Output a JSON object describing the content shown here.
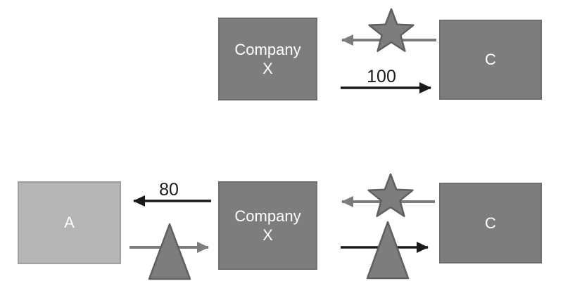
{
  "diagram": {
    "top_row": {
      "company_x": {
        "label": "Company X"
      },
      "c": {
        "label": "C"
      },
      "edge_x_to_c": {
        "label": "100",
        "direction": "right",
        "style": "black-arrow"
      },
      "edge_c_to_x": {
        "direction": "left",
        "style": "gray-arrow",
        "shape": "star"
      }
    },
    "bottom_row": {
      "a": {
        "label": "A"
      },
      "company_x": {
        "label": "Company X"
      },
      "c": {
        "label": "C"
      },
      "edge_x_to_a": {
        "label": "80",
        "direction": "left",
        "style": "black-arrow"
      },
      "edge_a_to_x": {
        "direction": "right",
        "style": "gray-arrow",
        "shape": "triangle"
      },
      "edge_c_to_x": {
        "direction": "left",
        "style": "gray-arrow",
        "shape": "star"
      },
      "edge_x_to_c": {
        "direction": "right",
        "style": "black-arrow",
        "shape": "triangle"
      }
    },
    "colors": {
      "node_fill_dark": "#7d7d7d",
      "node_fill_light": "#b5b5b5",
      "node_text": "#ffffff",
      "arrow_gray": "#7d7d7d",
      "arrow_black": "#1a1a1a",
      "shape_fill": "#7d7d7d",
      "shape_stroke": "#5f5f5f",
      "edge_label_text": "#1a1a1a",
      "background": "#ffffff"
    }
  }
}
